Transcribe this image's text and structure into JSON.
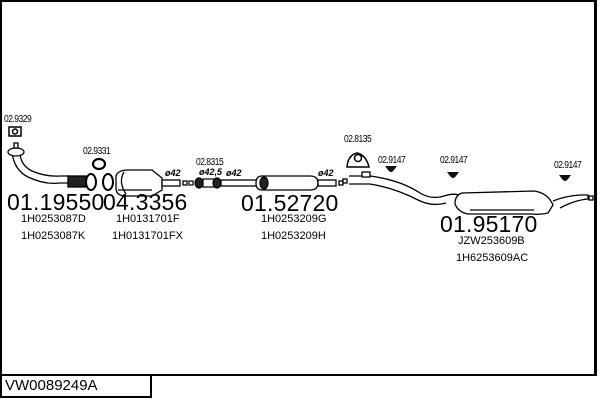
{
  "reference": "VW0089249A",
  "parts": [
    {
      "part_no": "01.19550",
      "oem": [
        "1H0253087D",
        "1H0253087K"
      ]
    },
    {
      "part_no": "04.3356",
      "oem": [
        "1H0131701F",
        "1H0131701FX"
      ]
    },
    {
      "part_no": "01.52720",
      "oem": [
        "1H0253209G",
        "1H0253209H"
      ]
    },
    {
      "part_no": "01.95170",
      "oem": [
        "JZW253609B",
        "1H6253609AC"
      ]
    }
  ],
  "accessories": [
    {
      "code": "02.9329",
      "icon": "flange-gasket-icon"
    },
    {
      "code": "02.9331",
      "icon": "sealing-ring-icon"
    },
    {
      "code": "02.8315",
      "icon": "clamp-icon"
    },
    {
      "code": "02.8135",
      "icon": "rubber-mount-icon"
    },
    {
      "code": "02.9147",
      "icon": "hanger-icon"
    },
    {
      "code": "02.9147",
      "icon": "hanger-icon"
    },
    {
      "code": "02.9147",
      "icon": "hanger-icon"
    }
  ],
  "diameters": [
    "ø42",
    "ø42,5",
    "ø42",
    "ø42"
  ],
  "colors": {
    "line": "#000000",
    "background": "#ffffff",
    "fill_dark": "#1a1a1a"
  }
}
